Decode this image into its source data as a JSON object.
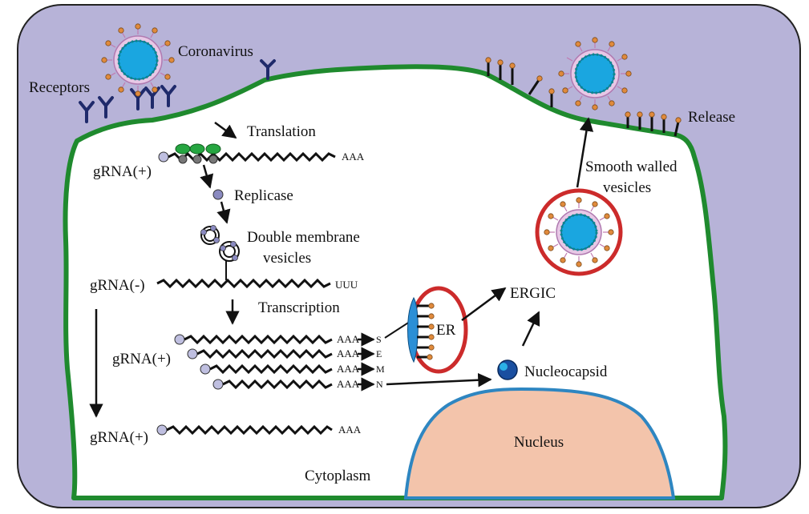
{
  "labels": {
    "coronavirus": "Coronavirus",
    "receptors": "Receptors",
    "release": "Release",
    "translation": "Translation",
    "replicase": "Replicase",
    "dmv_line1": "Double membrane",
    "dmv_line2": "vesicles",
    "transcription": "Transcription",
    "gRNA_pos_1": "gRNA(+)",
    "gRNA_neg": "gRNA(-)",
    "gRNA_pos_2": "gRNA(+)",
    "gRNA_pos_3": "gRNA(+)",
    "smooth_line1": "Smooth walled",
    "smooth_line2": "vesicles",
    "ergic": "ERGIC",
    "er": "ER",
    "nucleocapsid": "Nucleocapsid",
    "nucleus": "Nucleus",
    "cytoplasm": "Cytoplasm",
    "aaa_1": "AAA",
    "uuu": "UUU",
    "aaa_s": "AAA",
    "aaa_e": "AAA",
    "aaa_m": "AAA",
    "aaa_n": "AAA",
    "aaa_last": "AAA",
    "protein_s": "S",
    "protein_e": "E",
    "protein_m": "M",
    "protein_n": "N"
  },
  "colors": {
    "background": "#b7b3d8",
    "cell_membrane": "#1f8a2e",
    "nucleus_fill": "#f3c4ab",
    "nucleus_border": "#2e86c1",
    "er_border": "#cc2b2b",
    "ribosome": "#26a641",
    "receptor": "#1f2a6b",
    "virus_core": "#1aa6e0",
    "spike_tip": "#e08a3c",
    "replicase": "#8a8ac0"
  }
}
